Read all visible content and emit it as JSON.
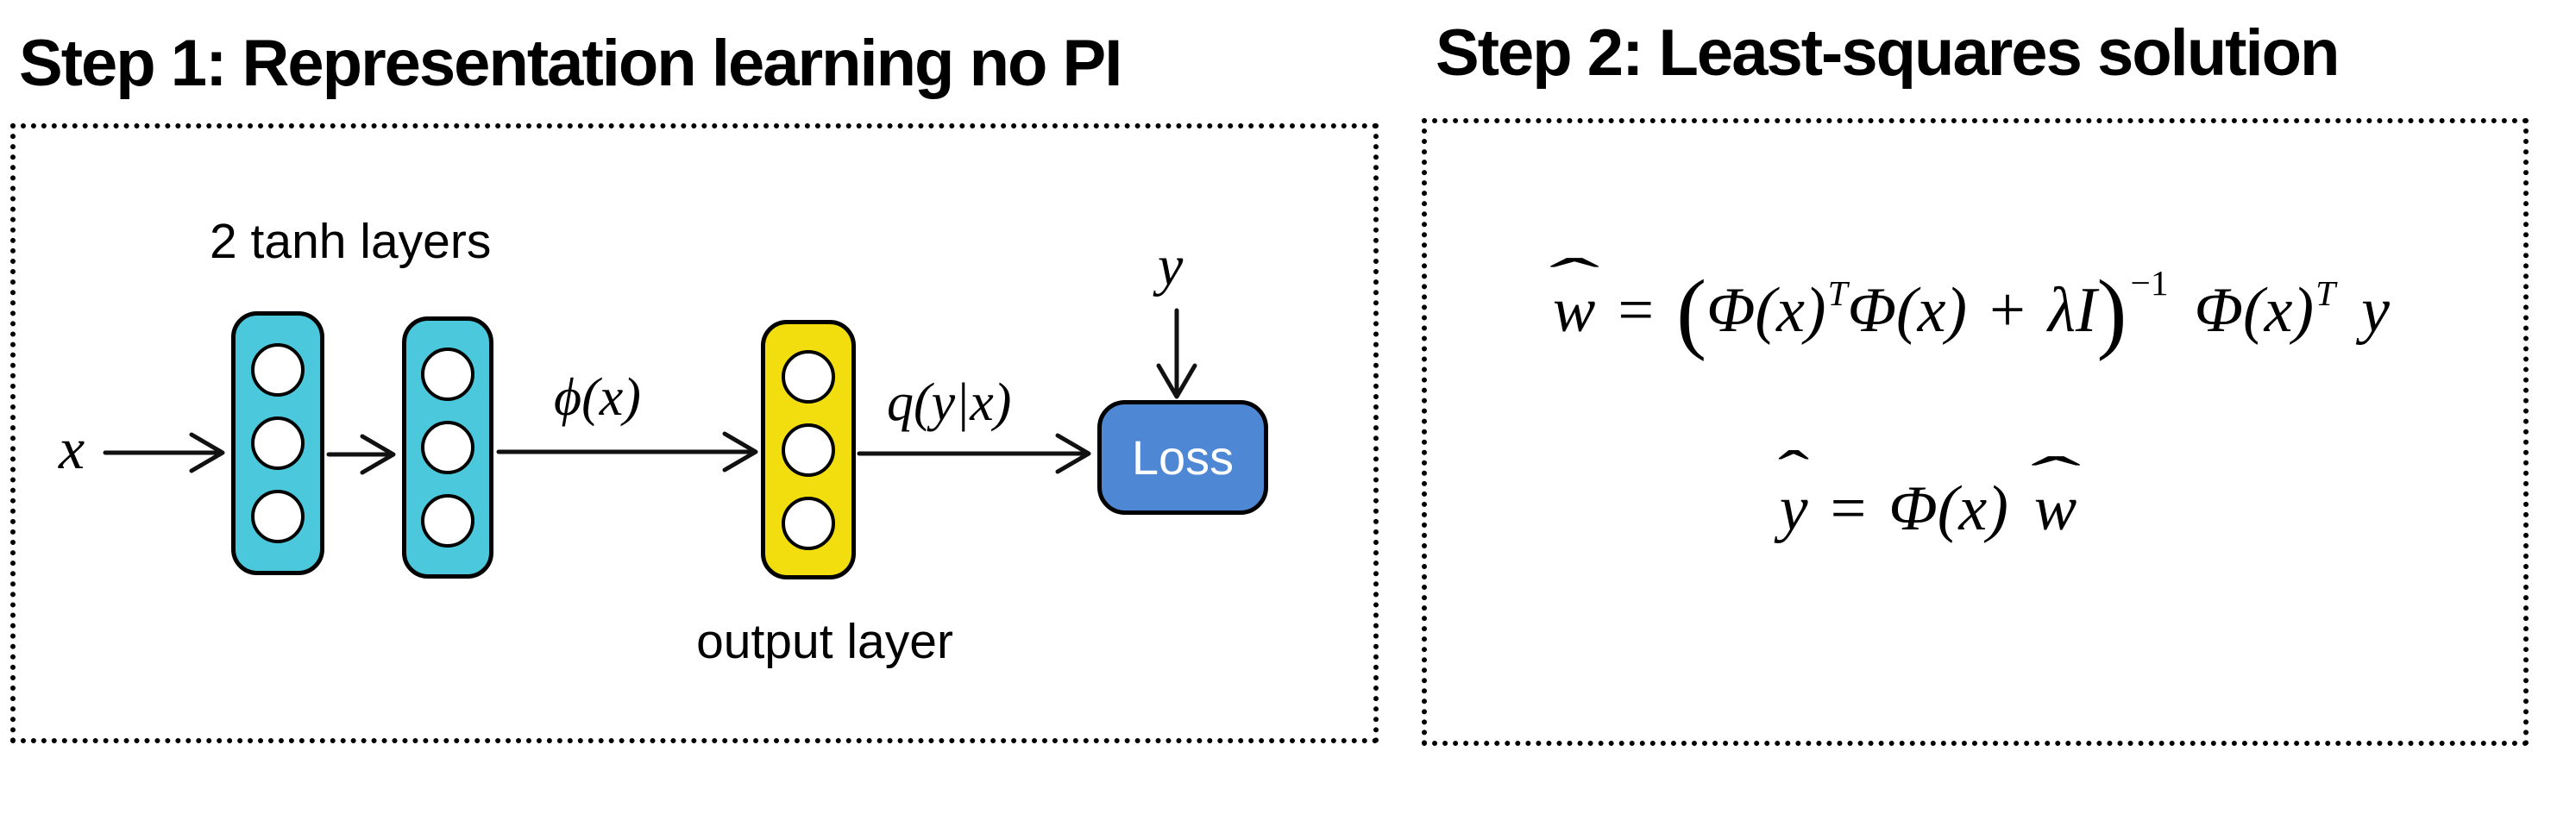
{
  "figure": {
    "step1": {
      "title": "Step 1: Representation learning no PI",
      "input_label": "x",
      "hidden_layers_label": "2 tanh layers",
      "phi_label": "ϕ(x)",
      "q_label": "q(y|x)",
      "target_label": "y",
      "loss_label": "Loss",
      "output_layer_label": "output layer",
      "nodes_per_layer": 3
    },
    "step2": {
      "title": "Step 2: Least-squares solution",
      "hat": "ˆ",
      "formula_weights": {
        "w": "w",
        "eq": "=",
        "lparen": "(",
        "phi_1": "Φ(x)",
        "sup_T1": "T",
        "phi_2": "Φ(x)",
        "plus": "+",
        "lambda_I": "λI",
        "rparen": ")",
        "sup_inverse": "−1",
        "phi_3": "Φ(x)",
        "sup_T2": "T",
        "y": "y"
      },
      "formula_prediction": {
        "y": "y",
        "eq": "=",
        "phi": "Φ(x)",
        "w": "w"
      }
    },
    "colors": {
      "tanh_layer_fill": "#4CC8DC",
      "output_layer_fill": "#F2DE0E",
      "loss_fill": "#4E87D3",
      "node_fill": "#FFFFFF",
      "stroke": "#000000"
    }
  }
}
